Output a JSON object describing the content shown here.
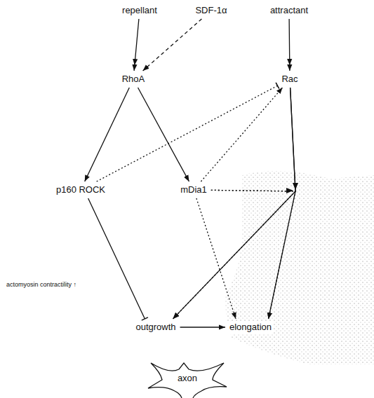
{
  "diagram": {
    "nodes": [
      {
        "text": [
          "repellant"
        ]
      },
      {
        "text": [
          "SDF-1α"
        ]
      },
      {
        "text": [
          "attractant"
        ]
      },
      {
        "text": [
          "RhoA"
        ]
      },
      {
        "text": [
          "Rac"
        ]
      },
      {
        "text": [
          "p160 ROCK"
        ]
      },
      {
        "text": [
          "mDia1"
        ]
      },
      {
        "text": [
          "outgrowth"
        ]
      },
      {
        "text": [
          "elongation"
        ]
      },
      {
        "text": [
          "axon"
        ]
      }
    ],
    "edges": [
      {
        "from": 0,
        "to": 3,
        "arrow": "to"
      },
      {
        "from": 1,
        "to": 3,
        "arrow": "to"
      },
      {
        "from": 2,
        "to": 4,
        "arrow": "to"
      },
      {
        "from": 3,
        "to": 5,
        "arrow": "to"
      },
      {
        "from": 3,
        "to": 6,
        "arrow": "to"
      },
      {
        "from": 5,
        "to": 4,
        "arrow": "to"
      },
      {
        "from": 6,
        "to": 4,
        "arrow": "to"
      },
      {
        "from": 6,
        "to": 7,
        "arrow": "to"
      },
      {
        "from": 6,
        "to": 8,
        "arrow": "to"
      },
      {
        "from": 4,
        "to": 7,
        "arrow": "to"
      },
      {
        "from": 4,
        "to": 8,
        "arrow": "to"
      },
      {
        "from": 5,
        "to": 7,
        "label": "actomyosin contractility ↑",
        "arrow": "to"
      },
      {
        "from": 6,
        "to": 8,
        "arrow": "to"
      },
      {
        "from": 7,
        "to": 8,
        "arrow": "to"
      }
    ]
  }
}
